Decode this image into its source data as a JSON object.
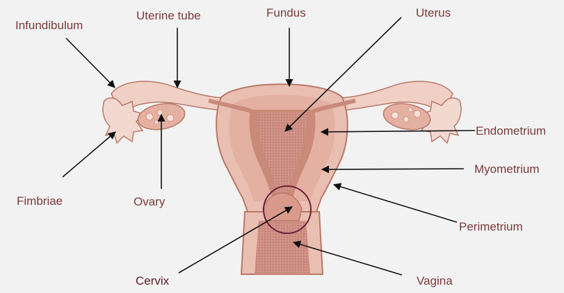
{
  "diagram": {
    "labels": {
      "infundibulum": "Infundibulum",
      "uterine_tube": "Uterine tube",
      "fundus": "Fundus",
      "uterus": "Uterus",
      "endometrium": "Endometrium",
      "myometrium": "Myometrium",
      "perimetrium": "Perimetrium",
      "vagina": "Vagina",
      "cervix": "Cervix",
      "ovary": "Ovary",
      "fimbriae": "Fimbriae"
    },
    "colors": {
      "background": "#f2f2f2",
      "tissue_light": "#f0cfc4",
      "tissue_mid": "#e4b0a2",
      "tissue_dark": "#c98a7a",
      "cavity": "#cf8f84",
      "outline": "#b87868",
      "label_text": "#7a3a3a",
      "cervix_circle": "#6b1f3a",
      "arrow": "#111111"
    }
  }
}
